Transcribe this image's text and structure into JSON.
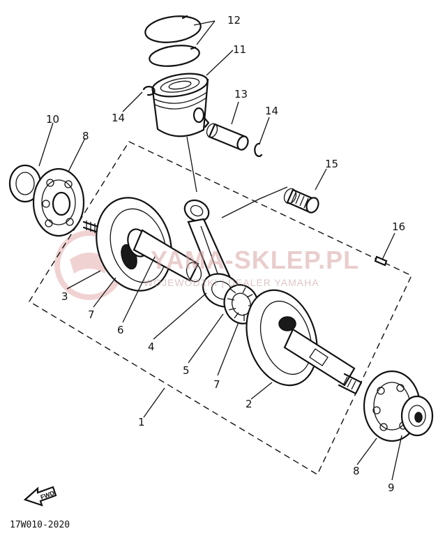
{
  "callouts": {
    "c1": "1",
    "c2": "2",
    "c3": "3",
    "c4": "4",
    "c5": "5",
    "c6": "6",
    "c7a": "7",
    "c7b": "7",
    "c8a": "8",
    "c8b": "8",
    "c9": "9",
    "c10": "10",
    "c11": "11",
    "c12": "12",
    "c13": "13",
    "c14a": "14",
    "c14b": "14",
    "c15": "15",
    "c16": "16"
  },
  "figure_code": "17W010-2020",
  "fwd_label": "FWD",
  "watermark": {
    "main": "YAMA-SKLEP.PL",
    "sub": "WOJEWÓDZKI | DEALER YAMAHA"
  },
  "colors": {
    "line": "#111111",
    "watermark": "#d9a6a6"
  }
}
